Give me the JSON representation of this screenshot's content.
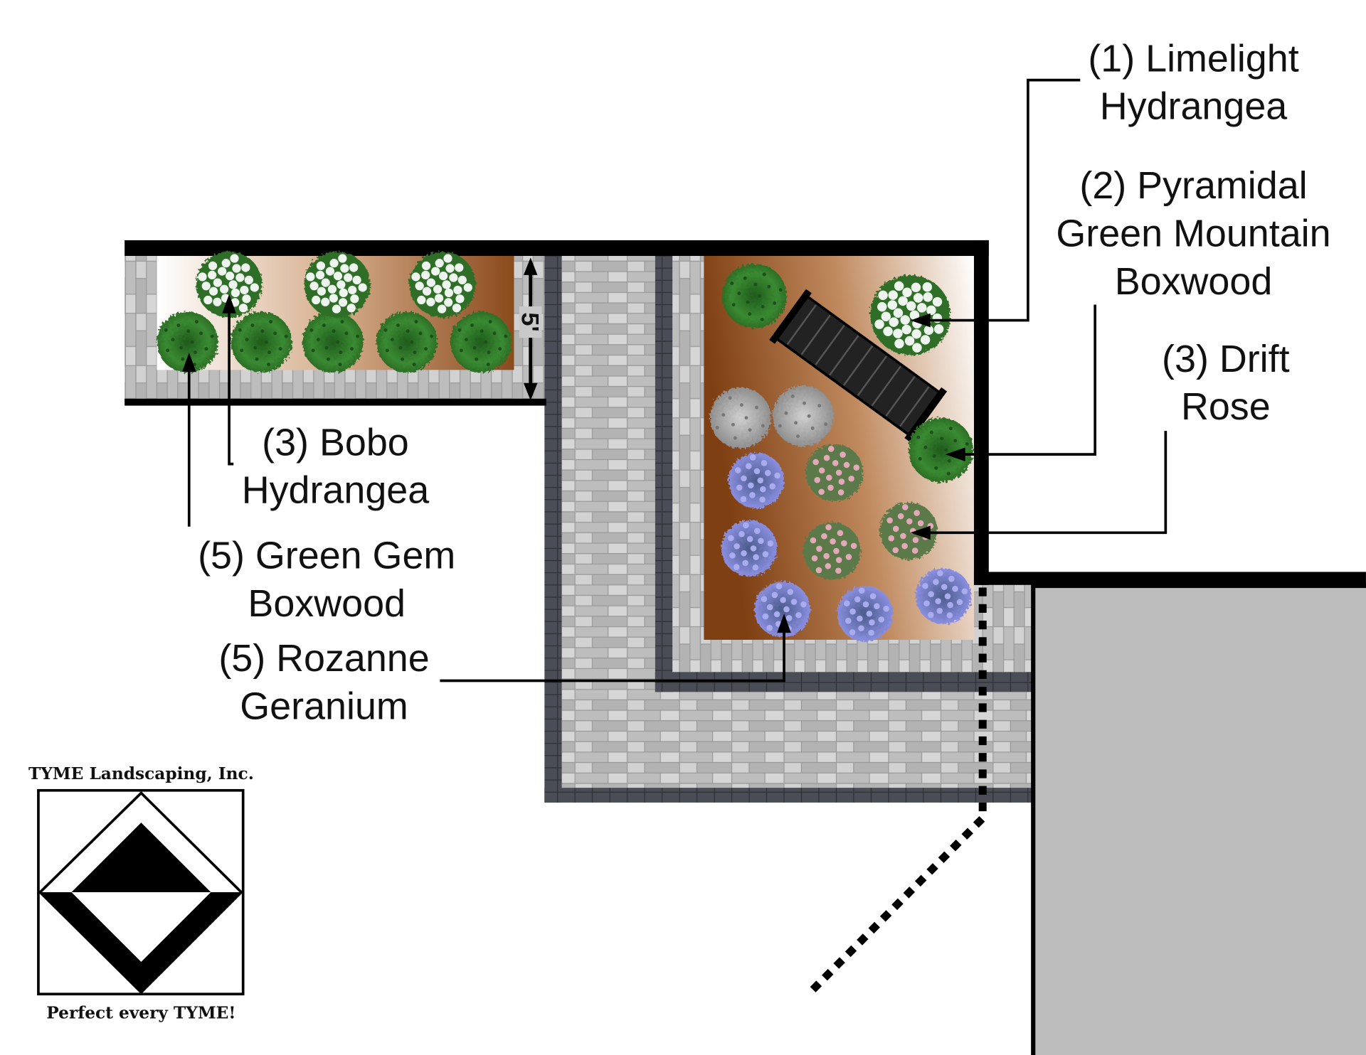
{
  "labels": {
    "limelight": {
      "line1": "(1) Limelight",
      "line2": "Hydrangea"
    },
    "pyramidal": {
      "line1": "(2) Pyramidal",
      "line2": "Green Mountain",
      "line3": "Boxwood"
    },
    "drift": {
      "line1": "(3) Drift",
      "line2": "Rose"
    },
    "bobo": {
      "line1": "(3) Bobo",
      "line2": "Hydrangea"
    },
    "green_gem": {
      "line1": "(5) Green Gem",
      "line2": "Boxwood"
    },
    "rozanne": {
      "line1": "(5) Rozanne",
      "line2": "Geranium"
    }
  },
  "dimension": {
    "bed_depth": "5'"
  },
  "logo": {
    "company": "TYME Landscaping, Inc.",
    "tagline": "Perfect every TYME!"
  },
  "colors": {
    "wall": "#000000",
    "paver_light": "#c4c4c4",
    "paver_dark": "#4a4d55",
    "soil": "#8a4a1c",
    "house": "#bdbdbd",
    "boxwood": "#2f7a2a",
    "hydrangea_flower": "#eef5ee",
    "rose": "#e3a9b8",
    "geranium": "#7b7fd0"
  }
}
